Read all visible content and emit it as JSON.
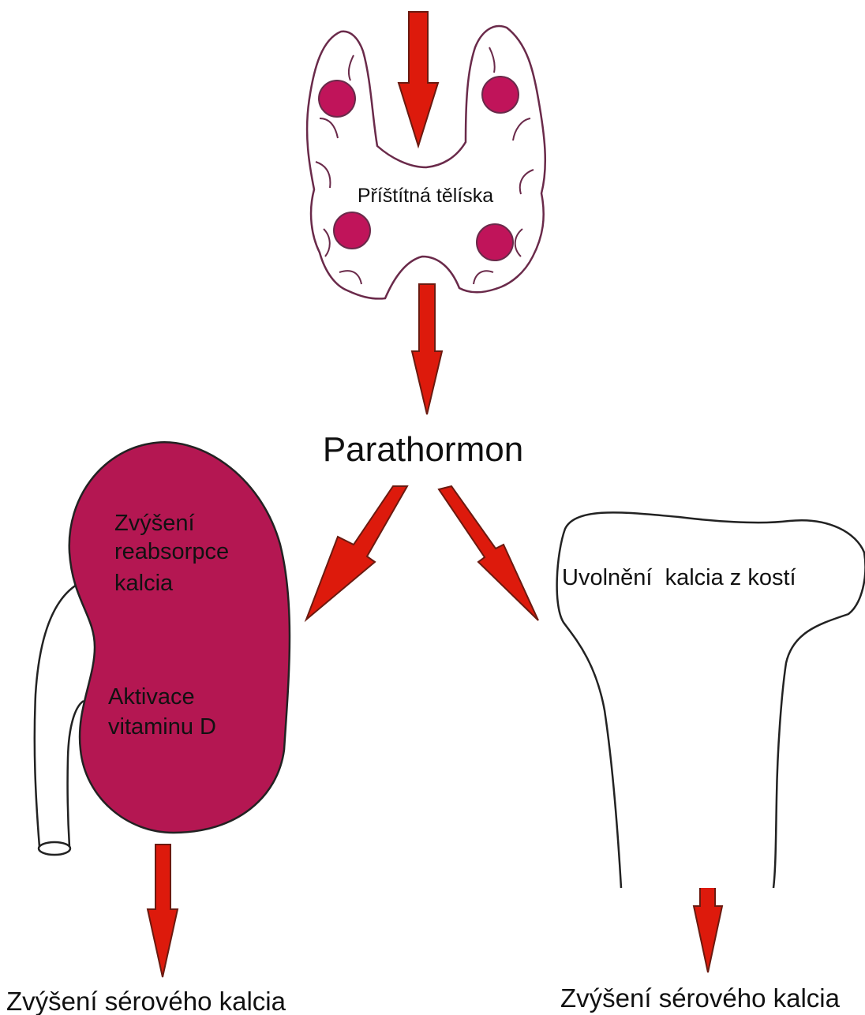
{
  "labels": {
    "parathyroid": "Příštítná tělíska",
    "hormone": "Parathormon",
    "kidney_effect_1": [
      "Zvýšení",
      "reabsorpce",
      "kalcia"
    ],
    "kidney_effect_2": [
      "Aktivace",
      "vitaminu D"
    ],
    "bone_effect": "Uvolnění  kalcia z kostí",
    "result_left": "Zvýšení sérového kalcia",
    "result_right": "Zvýšení sérového kalcia"
  },
  "colors": {
    "arrow_fill": "#dd1a0c",
    "arrow_stroke": "#6b1a10",
    "kidney_fill": "#b41752",
    "gland_outline": "#6a2a4a",
    "parathyroid_fill": "#c0145a",
    "outline": "#222222"
  }
}
